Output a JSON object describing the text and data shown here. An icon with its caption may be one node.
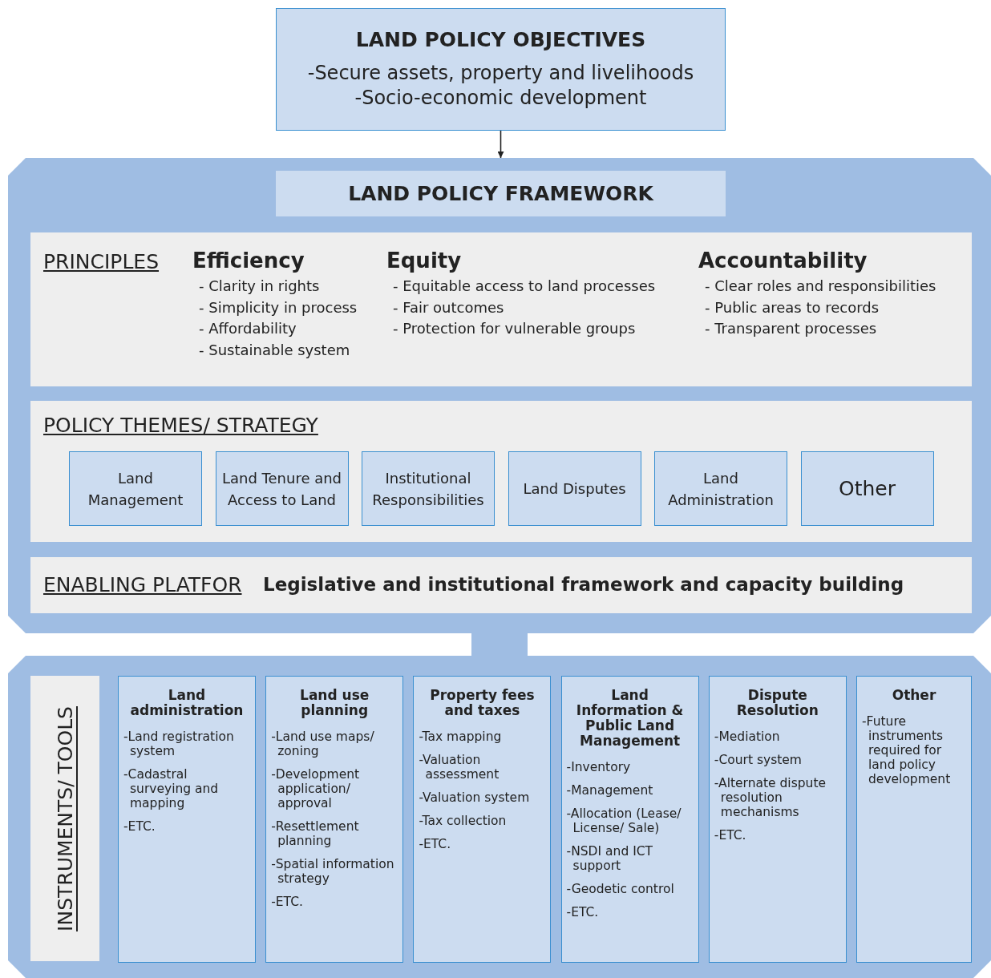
{
  "diagram": {
    "nodes": [
      {
        "text": [
          "LAND POLICY OBJECTIVES",
          "-Secure assets, property and livelihoods",
          "-Socio-economic development"
        ]
      },
      {
        "text": [
          "LAND POLICY FRAMEWORK"
        ]
      },
      {
        "text": [
          "PRINCIPLES",
          "Efficiency",
          "- Clarity in rights",
          "- Simplicity in process",
          "- Affordability",
          "- Sustainable system",
          "Equity",
          "- Equitable access to land processes",
          "- Fair outcomes",
          "- Protection for vulnerable groups",
          "Accountability",
          "- Clear roles and responsibilities",
          "- Public areas to records",
          "- Transparent processes"
        ],
        "in": 1
      },
      {
        "text": [
          "POLICY THEMES/ STRATEGY"
        ],
        "in": 1
      },
      {
        "text": [
          "Land Management"
        ],
        "in": 3
      },
      {
        "text": [
          "Land Tenure and Access to Land"
        ],
        "in": 3
      },
      {
        "text": [
          "Institutional Responsibilities"
        ],
        "in": 3
      },
      {
        "text": [
          "Land Disputes"
        ],
        "in": 3
      },
      {
        "text": [
          "Land Administration"
        ],
        "in": 3
      },
      {
        "text": [
          "Other"
        ],
        "in": 3
      },
      {
        "text": [
          "ENABLING PLATFOR",
          "Legislative and institutional framework and capacity building"
        ],
        "in": 1
      },
      {
        "text": [],
        "shape": "box"
      },
      {
        "text": [
          "INSTRUMENTS/ TOOLS"
        ],
        "in": 11
      },
      {
        "text": [
          "Land administration",
          "-Land registration system",
          "-Cadastral surveying and mapping",
          "-ETC."
        ],
        "in": 11
      },
      {
        "text": [
          "Land use planning",
          "-Land use maps/ zoning",
          "-Development application/ approval",
          "-Resettlement planning",
          "-Spatial information strategy",
          "-ETC."
        ],
        "in": 11
      },
      {
        "text": [
          "Property fees and taxes",
          "-Tax mapping",
          "-Valuation assessment",
          "-Valuation system",
          "-Tax collection",
          "-ETC."
        ],
        "in": 11
      },
      {
        "text": [
          "Land Information & Public Land Management",
          "-Inventory",
          "-Management",
          "-Allocation (Lease/ License/ Sale)",
          "-NSDI and ICT support",
          "-Geodetic control",
          "-ETC."
        ],
        "in": 11
      },
      {
        "text": [
          "Dispute Resolution",
          "-Mediation",
          "-Court system",
          "-Alternate dispute resolution mechanisms",
          "-ETC."
        ],
        "in": 11
      },
      {
        "text": [
          "Other",
          "-Future instruments required for land policy development"
        ],
        "in": 11
      }
    ],
    "edges": [
      {
        "from": 0,
        "to": 1,
        "arrow": "to"
      },
      {
        "from": 1,
        "to": 11,
        "arrow": "none",
        "style": "thick",
        "color": "#9fbde3"
      }
    ]
  }
}
